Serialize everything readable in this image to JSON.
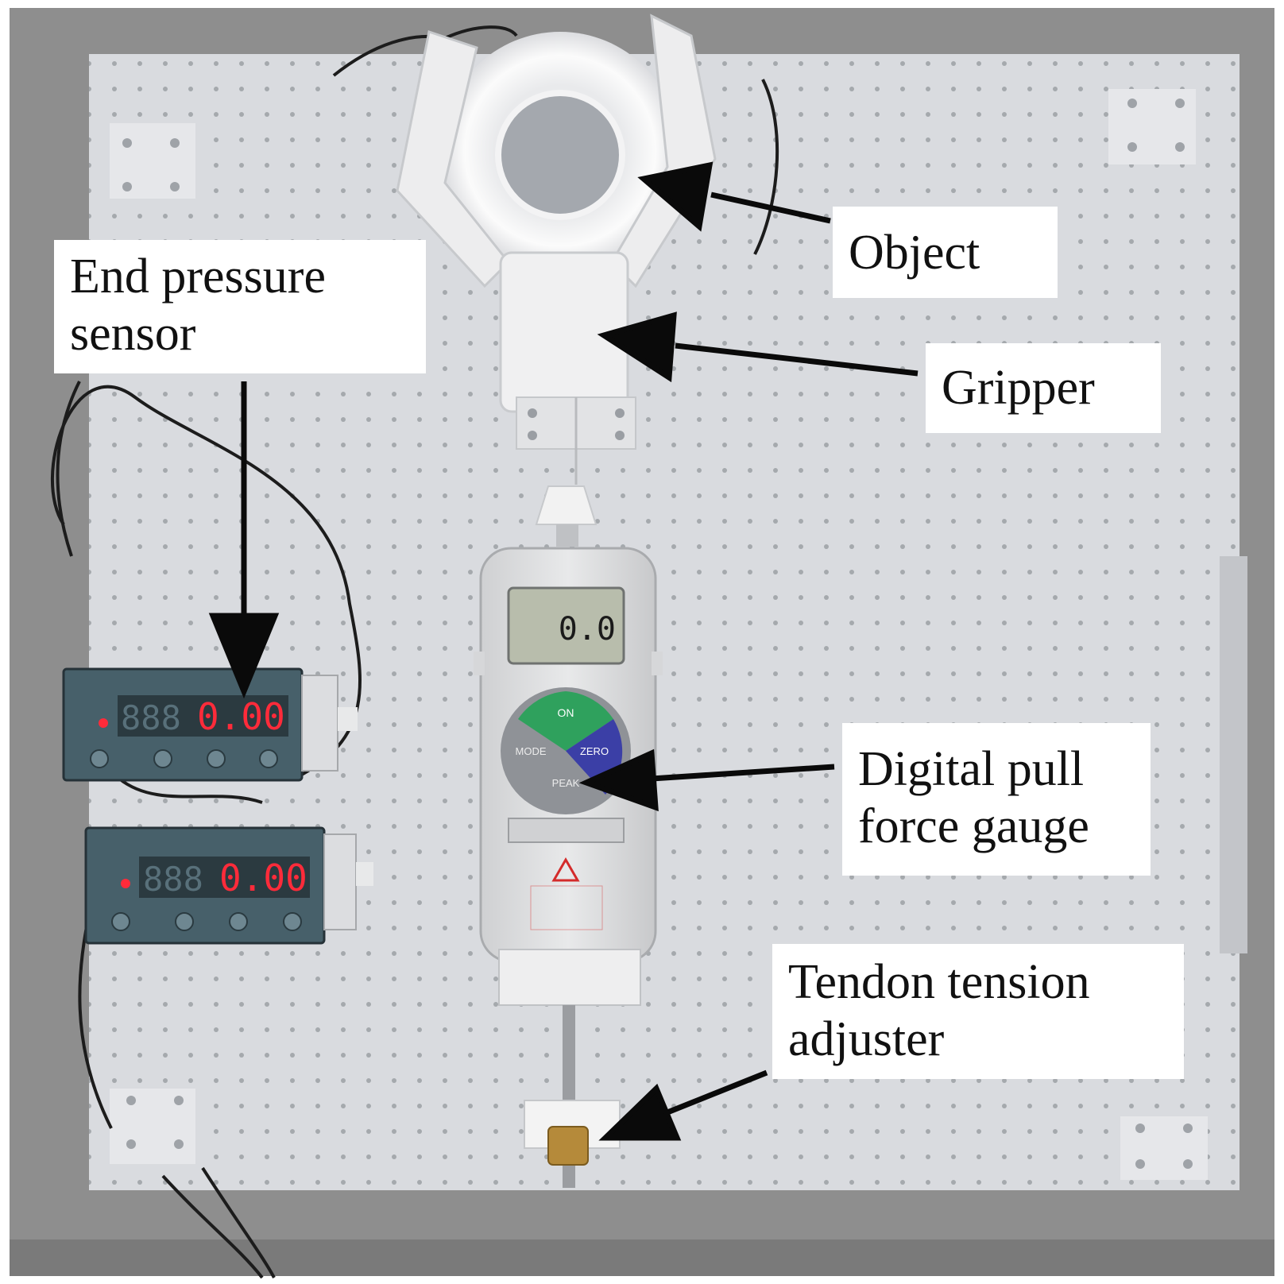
{
  "labels": {
    "object": "Object",
    "gripper": "Gripper",
    "end_pressure_sensor": [
      "End pressure",
      "sensor"
    ],
    "digital_pull_force_gauge": [
      "Digital pull",
      "force gauge"
    ],
    "tendon_tension_adjuster": [
      "Tendon tension",
      "adjuster"
    ]
  },
  "displays": {
    "force_gauge_reading": "0.0",
    "sensor_1_reading": "0.00",
    "sensor_2_reading": "0.00",
    "sensor_dim_digits": "888"
  },
  "gauge_buttons": {
    "on": "ON",
    "zero": "ZERO",
    "peak": "PEAK",
    "mode": "MODE"
  },
  "colors": {
    "background_table": "#8e8e8e",
    "pegboard": "#d9dbdf",
    "sensor_housing": "#47606a",
    "led_red": "#ff2b3a",
    "gauge_green": "#2fa15d",
    "gauge_blue": "#3b3fa6",
    "arrow": "#0a0a0a"
  }
}
